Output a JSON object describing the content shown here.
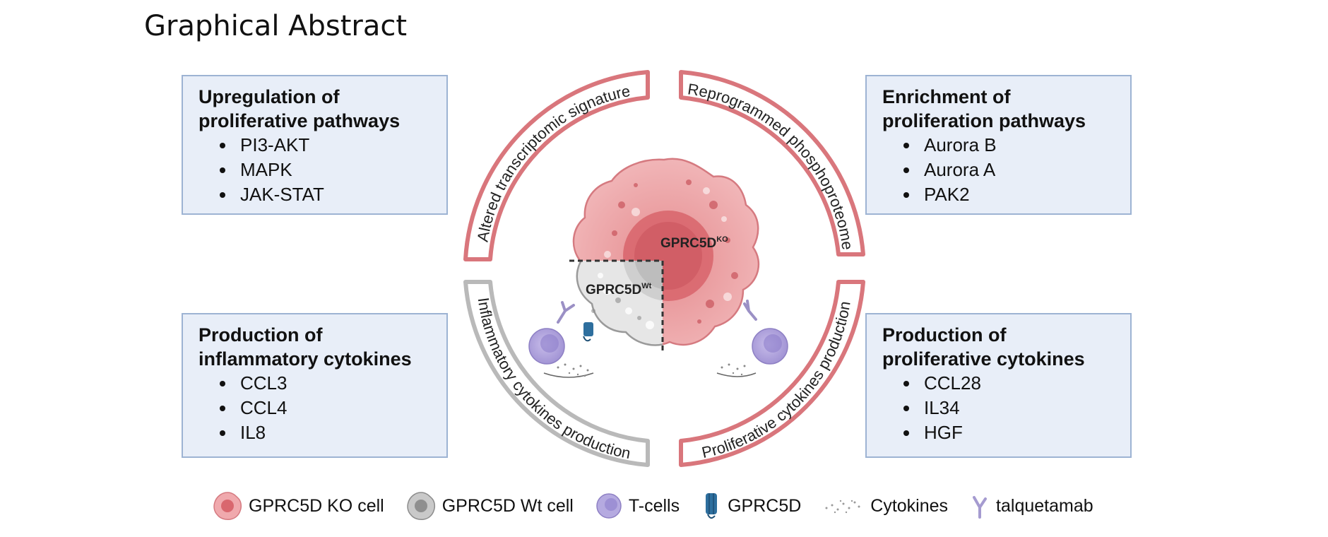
{
  "title": "Graphical Abstract",
  "boxes": {
    "top_left": {
      "title_line1": "Upregulation of",
      "title_line2": "proliferative  pathways",
      "items": [
        "PI3-AKT",
        "MAPK",
        "JAK-STAT"
      ]
    },
    "top_right": {
      "title_line1": "Enrichment of",
      "title_line2": "proliferation pathways",
      "items": [
        "Aurora B",
        "Aurora A",
        "PAK2"
      ]
    },
    "bottom_left": {
      "title_line1": "Production of",
      "title_line2": "inflammatory cytokines",
      "items": [
        "CCL3",
        "CCL4",
        "IL8"
      ]
    },
    "bottom_right": {
      "title_line1": "Production of",
      "title_line2": "proliferative cytokines",
      "items": [
        "CCL28",
        "IL34",
        "HGF"
      ]
    }
  },
  "arcs": {
    "top_left": "Altered transcriptomic signature",
    "top_right": "Reprogrammed phosphoproteome",
    "bottom_left": "Inflammatory cytokines production",
    "bottom_right": "Proliferative cytokines production"
  },
  "cell_labels": {
    "ko_base": "GPRC5D",
    "ko_sup": "KO",
    "wt_base": "GPRC5D",
    "wt_sup": "Wt"
  },
  "legend": {
    "ko_cell": "GPRC5D KO cell",
    "wt_cell": "GPRC5D Wt cell",
    "t_cells": "T-cells",
    "gprc5d": "GPRC5D",
    "cytokines": "Cytokines",
    "talquetamab": "talquetamab"
  },
  "colors": {
    "ko_red": "#d9767c",
    "wt_gray": "#b7b7b7",
    "tcell_purple": "#a99bd6",
    "receptor_blue": "#2e6f9e",
    "box_fill": "#e8eef8",
    "box_border": "#9db3d3"
  }
}
